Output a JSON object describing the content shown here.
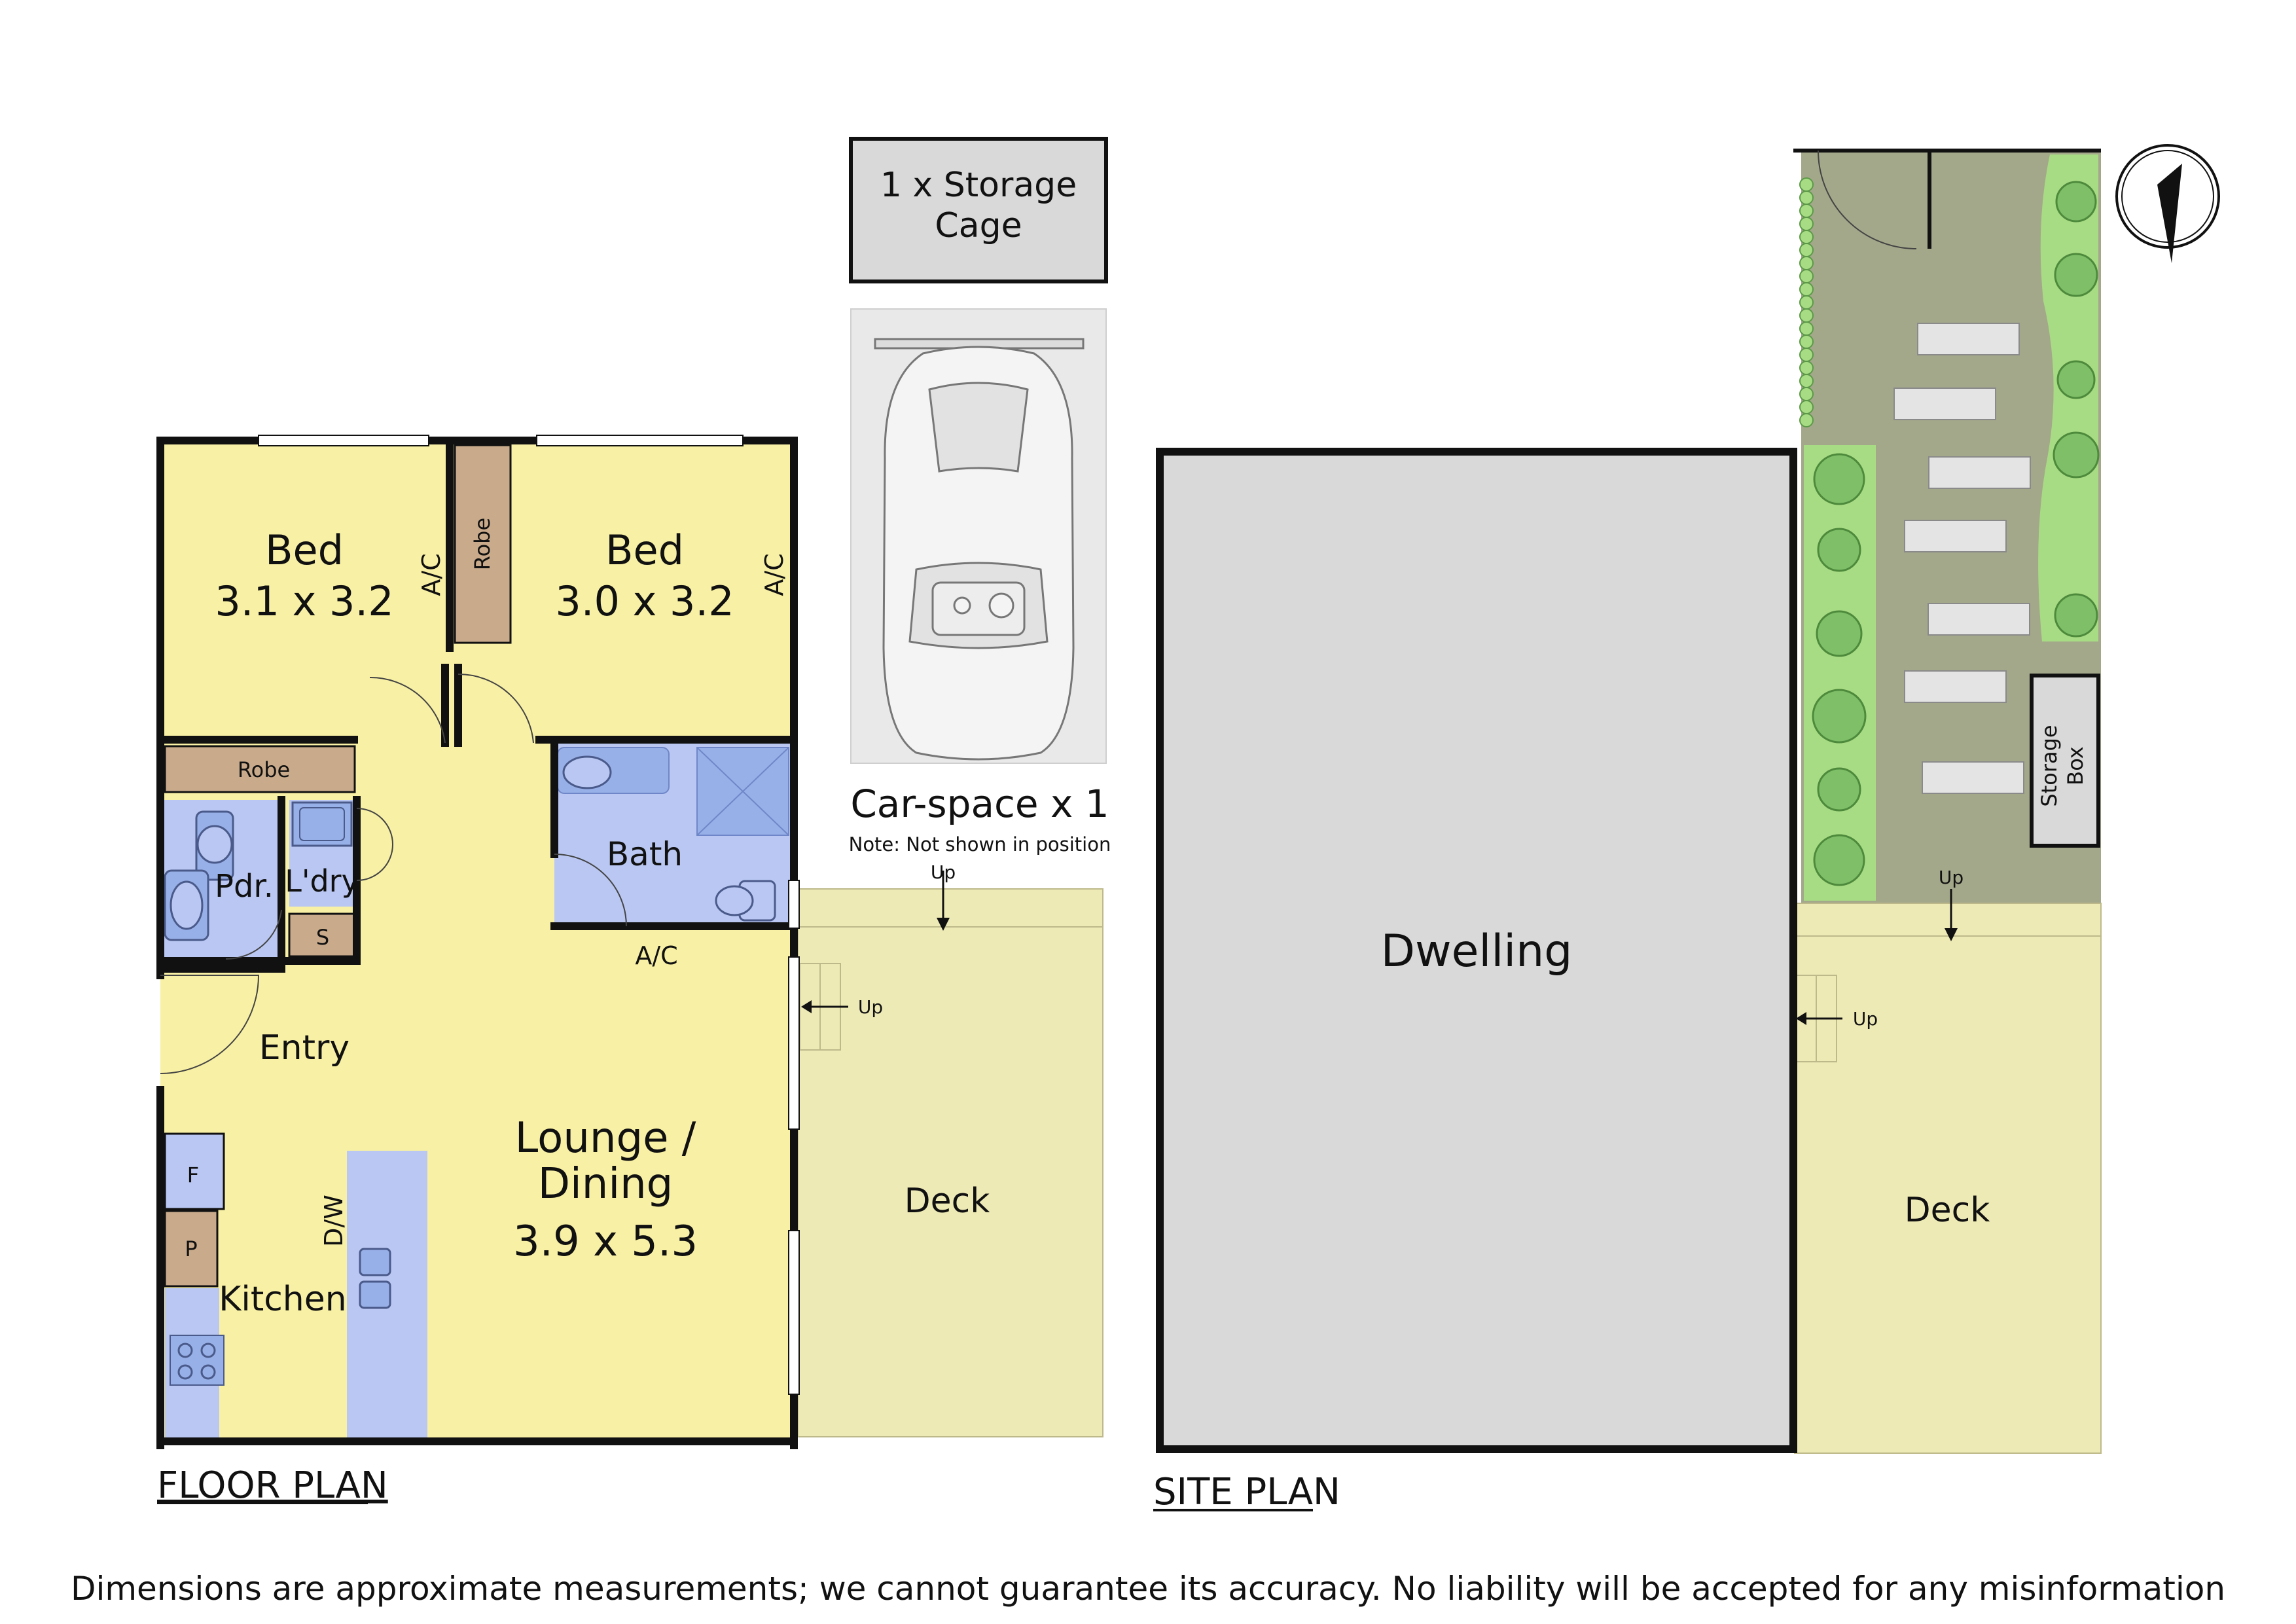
{
  "floor_plan": {
    "title": "FLOOR PLAN",
    "rooms": {
      "bed1": {
        "name": "Bed",
        "size": "3.1 x 3.2"
      },
      "bed2": {
        "name": "Bed",
        "size": "3.0 x 3.2"
      },
      "bath": "Bath",
      "powder": "Pdr.",
      "laundry": "L'dry",
      "entry": "Entry",
      "lounge_line1": "Lounge /",
      "lounge_line2": "Dining",
      "lounge_size": "3.9 x 5.3",
      "kitchen": "Kitchen",
      "deck": "Deck"
    },
    "fixtures": {
      "robe_vertical": "Robe",
      "robe_horizontal": "Robe",
      "ac_bed1": "A/C",
      "ac_bed2": "A/C",
      "ac_lounge": "A/C",
      "storage_s": "S",
      "fridge": "F",
      "pantry": "P",
      "dishwasher": "D/W",
      "up_deck_top": "Up",
      "up_deck_side": "Up"
    }
  },
  "storage_cage": {
    "line1": "1 x Storage",
    "line2": "Cage"
  },
  "car_space": {
    "label": "Car-space x 1",
    "note": "Note: Not shown in position"
  },
  "site_plan": {
    "title": "SITE PLAN",
    "dwelling": "Dwelling",
    "deck": "Deck",
    "storage_box_line1": "Storage",
    "storage_box_line2": "Box",
    "up_top": "Up",
    "up_side": "Up"
  },
  "disclaimer": "Dimensions are approximate measurements; we cannot guarantee its accuracy. No liability will be accepted for any misinformation",
  "colors": {
    "room": "#f8f0a4",
    "wet": "#b9c7f2",
    "robe": "#c9ab8b",
    "deck": "#eeeab6",
    "dwelling": "#d9d9d9",
    "garden": "#a4a88a",
    "lawn": "#a8dc84",
    "tree": "#7fbf68",
    "paver": "#e4e4e4",
    "wall": "#111111"
  }
}
